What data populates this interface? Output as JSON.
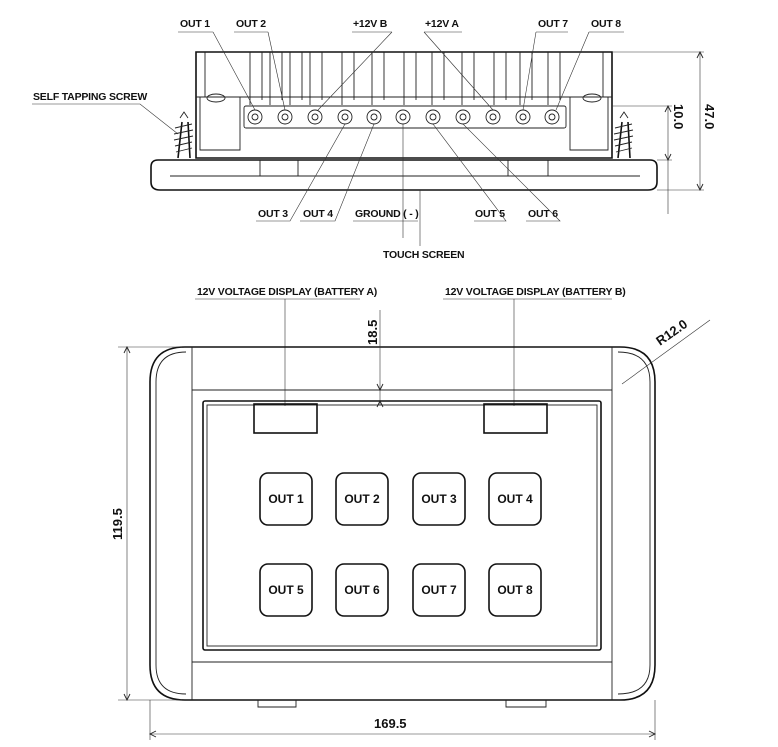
{
  "side_view": {
    "top_labels": [
      "OUT 1",
      "OUT 2",
      "+12V B",
      "+12V A",
      "OUT 7",
      "OUT 8"
    ],
    "bottom_labels": [
      "OUT 3",
      "OUT 4",
      "GROUND ( - )",
      "OUT 5",
      "OUT 6"
    ],
    "screw_label": "SELF TAPPING SCREW",
    "touch_label": "TOUCH SCREEN",
    "dim_10": "10.0",
    "dim_47": "47.0"
  },
  "front_view": {
    "display_a_label": "12V VOLTAGE DISPLAY (BATTERY A)",
    "display_b_label": "12V VOLTAGE DISPLAY (BATTERY B)",
    "dim_18": "18.5",
    "dim_radius": "R12.0",
    "dim_height": "119.5",
    "dim_width": "169.5",
    "buttons": [
      "OUT 1",
      "OUT 2",
      "OUT 3",
      "OUT 4",
      "OUT 5",
      "OUT 6",
      "OUT 7",
      "OUT 8"
    ]
  },
  "colors": {
    "line": "#111111",
    "background": "#ffffff"
  }
}
